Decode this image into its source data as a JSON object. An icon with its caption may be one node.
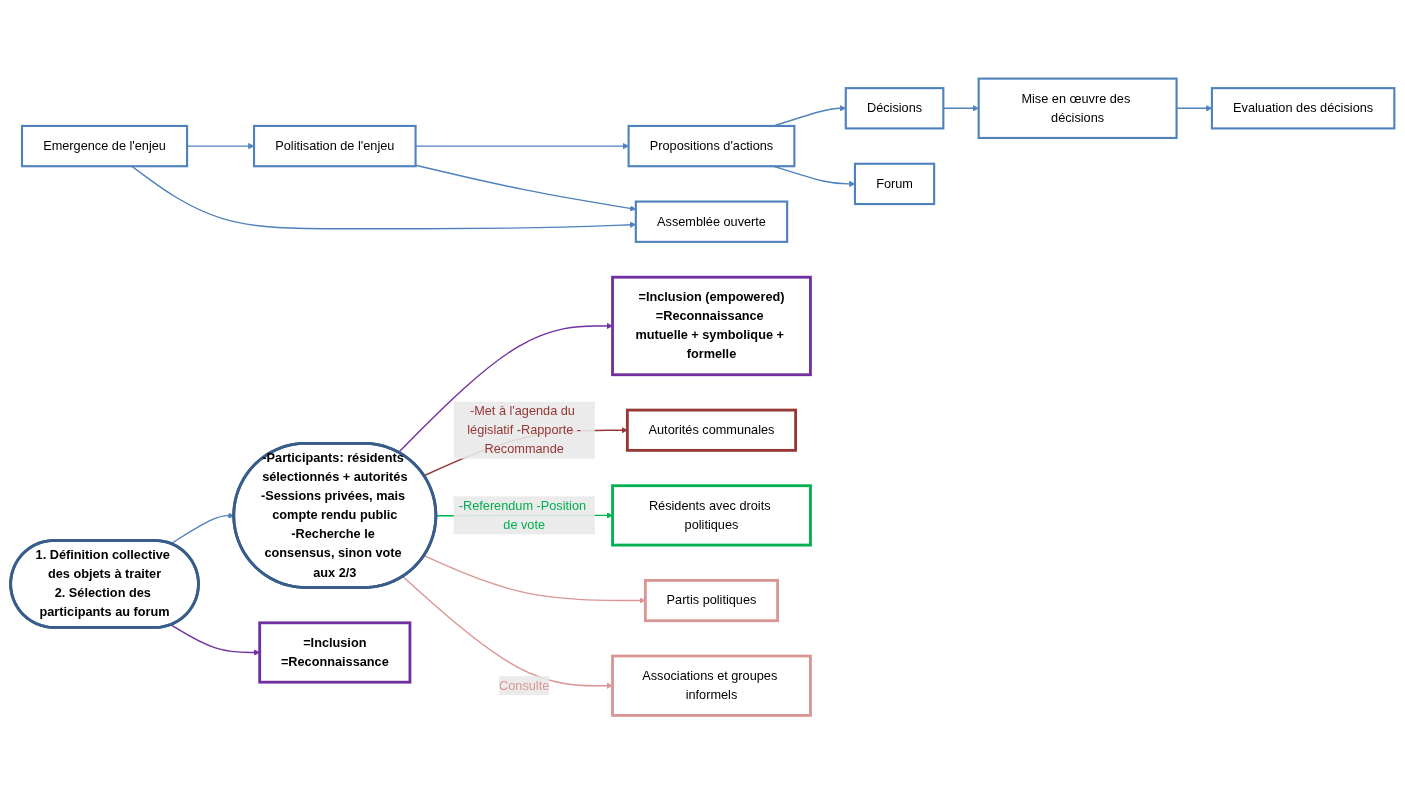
{
  "diagram": {
    "nodes": [
      {
        "text": [
          "Emergence de l'enjeu"
        ]
      },
      {
        "text": [
          "Politisation de l'enjeu"
        ]
      },
      {
        "text": [
          "Propositions d'actions"
        ]
      },
      {
        "text": [
          "Décisions"
        ]
      },
      {
        "text": [
          "Mise en œuvre des décisions"
        ]
      },
      {
        "text": [
          "Evaluation des décisions"
        ]
      },
      {
        "text": [
          "Assemblée ouverte"
        ]
      },
      {
        "text": [
          "1. Définition collective des objets à traiter",
          "2. Sélection des participants au forum"
        ]
      },
      {
        "text": [
          "Forum"
        ]
      },
      {
        "text": [
          "-Participants: résidents sélectionnés + autorités",
          "-Sessions privées, mais compte rendu public",
          "-Recherche le consensus, sinon vote aux 2/3"
        ]
      },
      {
        "text": [
          "Autorités communales"
        ]
      },
      {
        "text": [
          "Résidents avec droits politiques"
        ]
      },
      {
        "text": [
          "Partis politiques"
        ]
      },
      {
        "text": [
          "Associations et groupes informels"
        ]
      },
      {
        "text": [
          "=Inclusion",
          "=Reconnaissance"
        ]
      },
      {
        "text": [
          "=Inclusion (empowered)",
          "=Reconnaissance mutuelle + symbolique + formelle"
        ]
      }
    ],
    "edges": [
      {
        "from": 0,
        "to": 1,
        "arrow": "to"
      },
      {
        "from": 1,
        "to": 2,
        "arrow": "to"
      },
      {
        "from": 2,
        "to": 3,
        "arrow": "to"
      },
      {
        "from": 3,
        "to": 4,
        "arrow": "to"
      },
      {
        "from": 4,
        "to": 5,
        "arrow": "to"
      },
      {
        "from": 0,
        "to": 6,
        "arrow": "to"
      },
      {
        "from": 1,
        "to": 6,
        "arrow": "to"
      },
      {
        "from": 2,
        "to": 8,
        "arrow": "to"
      },
      {
        "from": 7,
        "to": 9,
        "arrow": "to"
      },
      {
        "from": 7,
        "to": 14,
        "arrow": "to",
        "color": "#7030a0"
      },
      {
        "from": 9,
        "to": 15,
        "arrow": "to",
        "color": "#7030a0"
      },
      {
        "from": 9,
        "to": 10,
        "arrow": "to",
        "label": "-Met à l'agenda du législatif -Rapporte -Recommande",
        "color": "#953735"
      },
      {
        "from": 9,
        "to": 11,
        "arrow": "to",
        "label": "-Referendum -Position de vote",
        "color": "#00b050"
      },
      {
        "from": 9,
        "to": 12,
        "arrow": "to",
        "color": "#d99694"
      },
      {
        "from": 9,
        "to": 13,
        "arrow": "to",
        "label": "Consulte",
        "color": "#d99694"
      }
    ]
  }
}
